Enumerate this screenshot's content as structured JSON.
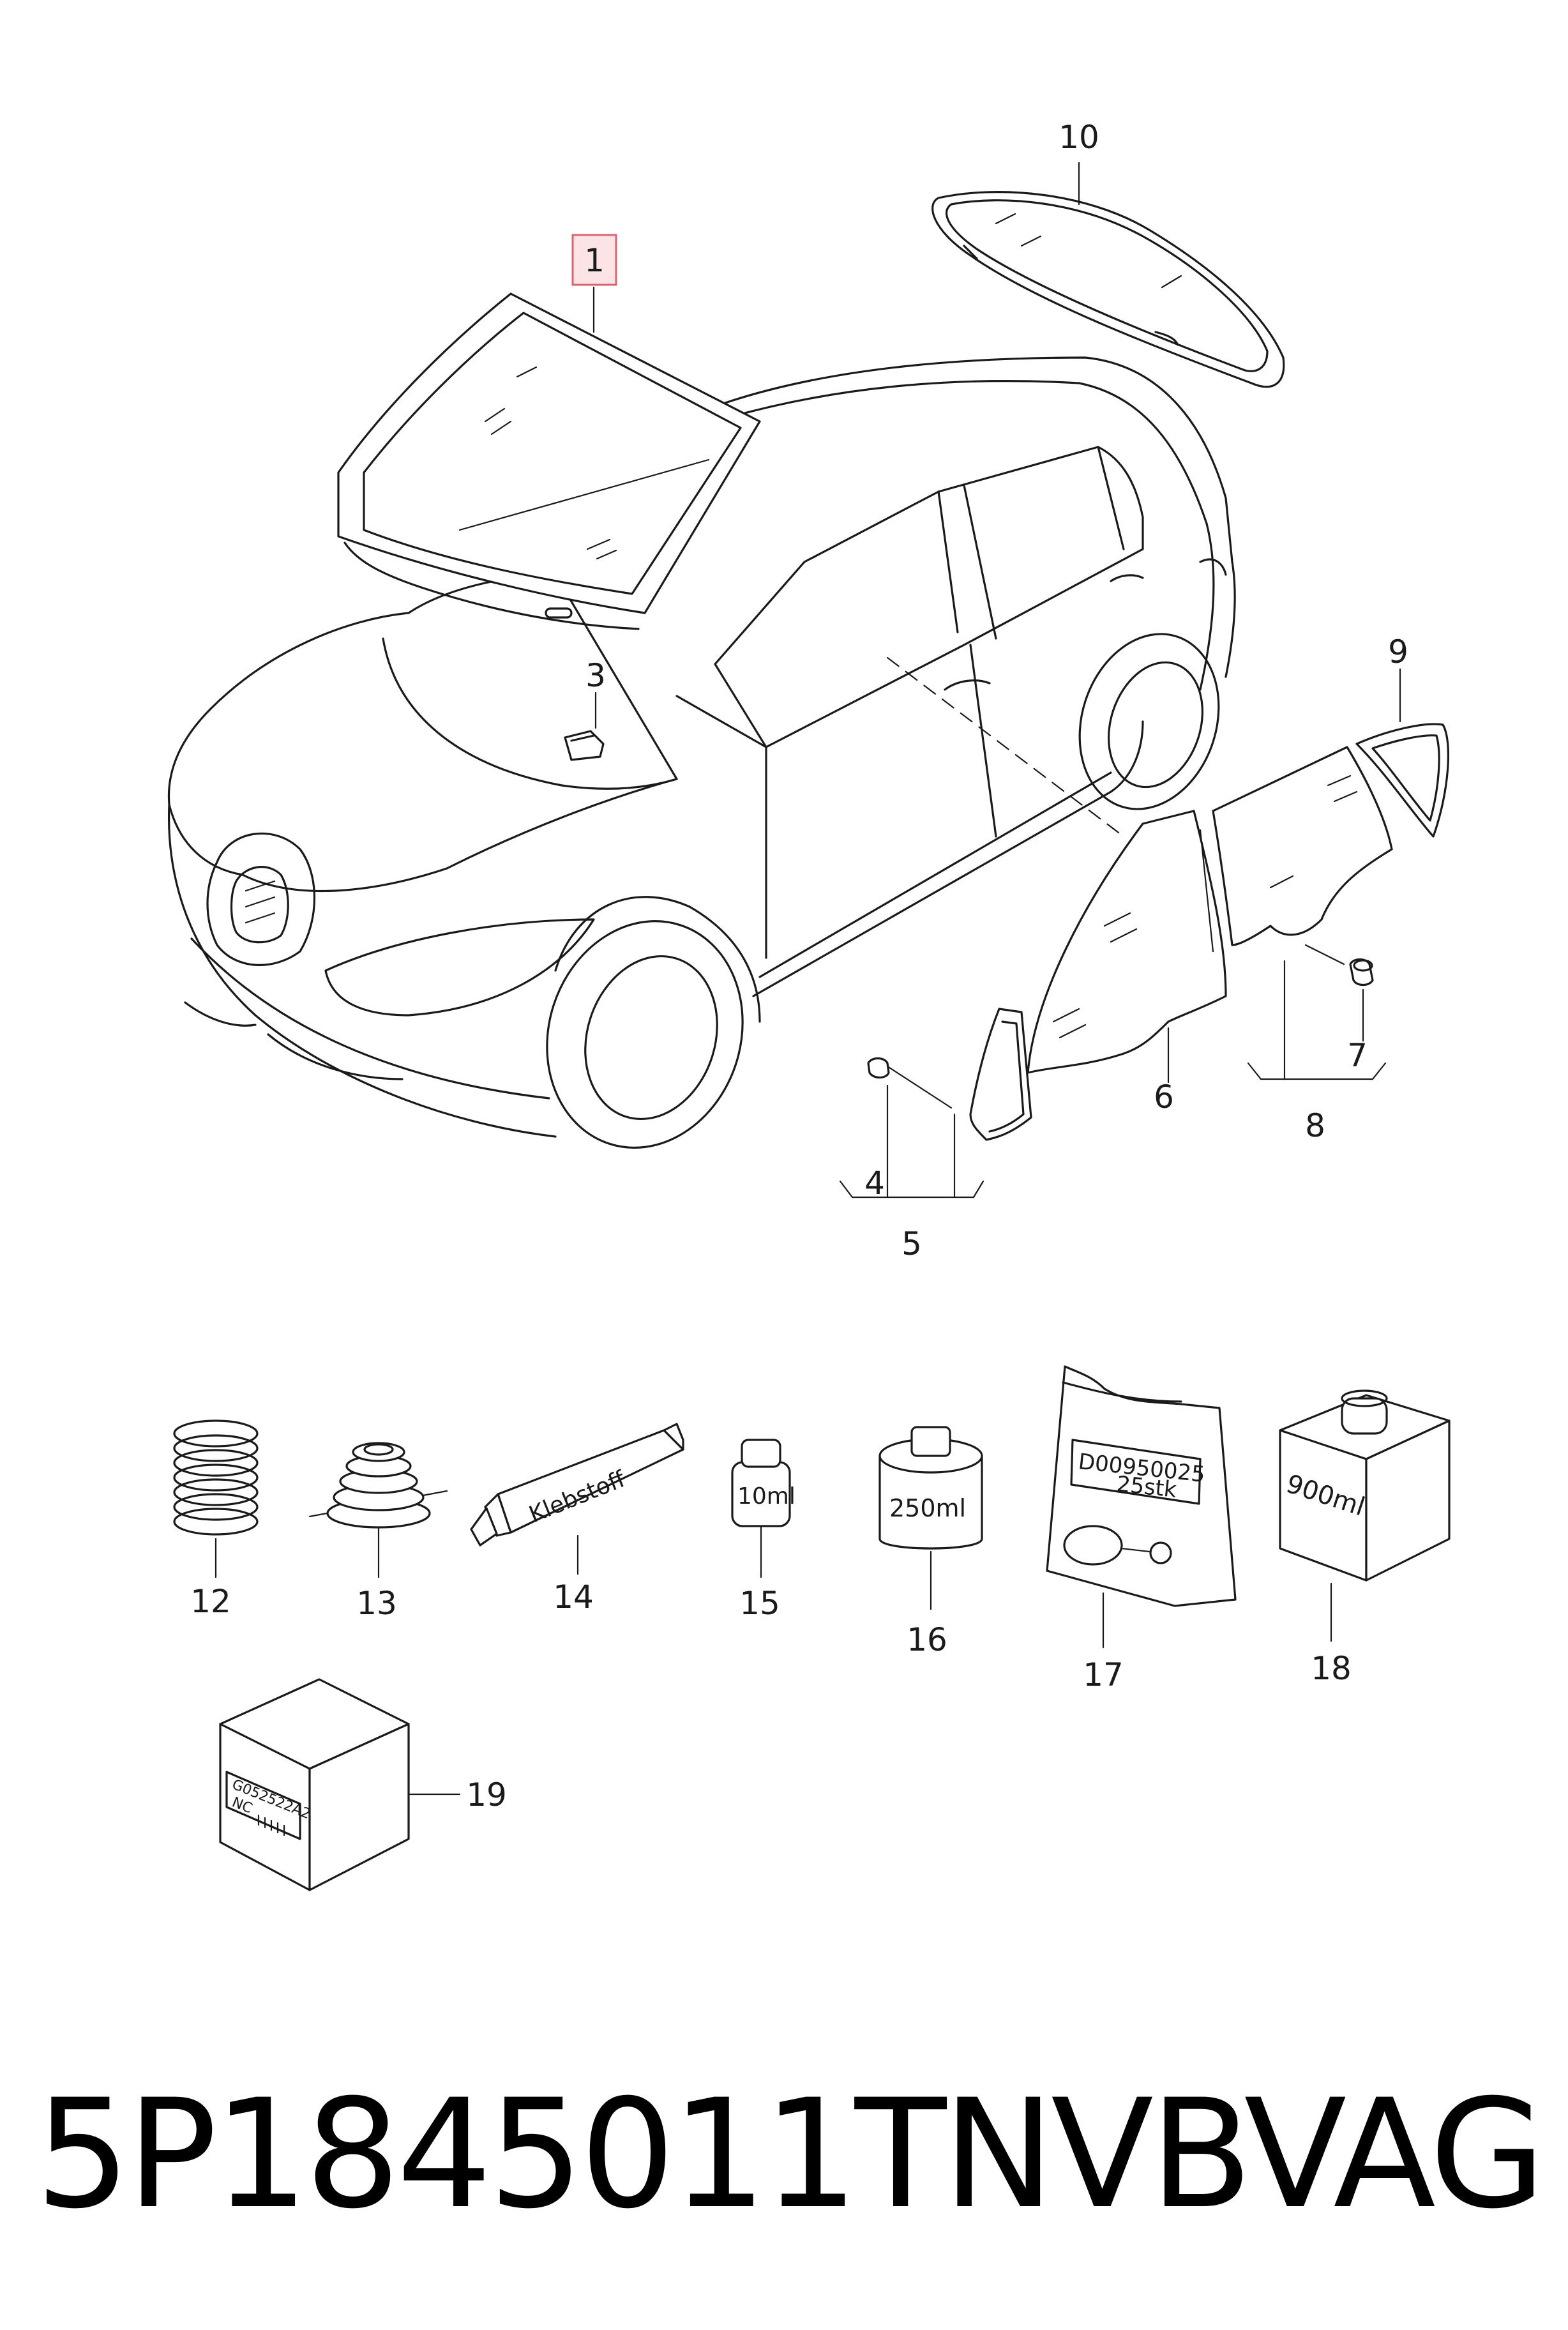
{
  "colors": {
    "line": "#1a1a1a",
    "highlight_fill": "#fbe3e6",
    "highlight_stroke": "#d9636e"
  },
  "callouts": [
    {
      "id": "1",
      "label": "1",
      "highlighted": true
    },
    {
      "id": "3",
      "label": "3"
    },
    {
      "id": "4",
      "label": "4"
    },
    {
      "id": "5",
      "label": "5"
    },
    {
      "id": "6",
      "label": "6"
    },
    {
      "id": "7",
      "label": "7"
    },
    {
      "id": "8",
      "label": "8"
    },
    {
      "id": "9",
      "label": "9"
    },
    {
      "id": "10",
      "label": "10"
    },
    {
      "id": "12",
      "label": "12"
    },
    {
      "id": "13",
      "label": "13"
    },
    {
      "id": "14",
      "label": "14"
    },
    {
      "id": "15",
      "label": "15"
    },
    {
      "id": "16",
      "label": "16"
    },
    {
      "id": "17",
      "label": "17"
    },
    {
      "id": "18",
      "label": "18"
    },
    {
      "id": "19",
      "label": "19"
    }
  ],
  "product_labels": {
    "tube": "Klebstoff",
    "bottle_small": "10ml",
    "can": "250ml",
    "bag_line1": "D00950025",
    "bag_line2": "25stk",
    "box_large": "900ml",
    "box_label_line1": "G052522A2",
    "box_label_line2": "NC"
  },
  "footer": {
    "part_number": "5P1845011TNVB",
    "brand": "VAG"
  }
}
